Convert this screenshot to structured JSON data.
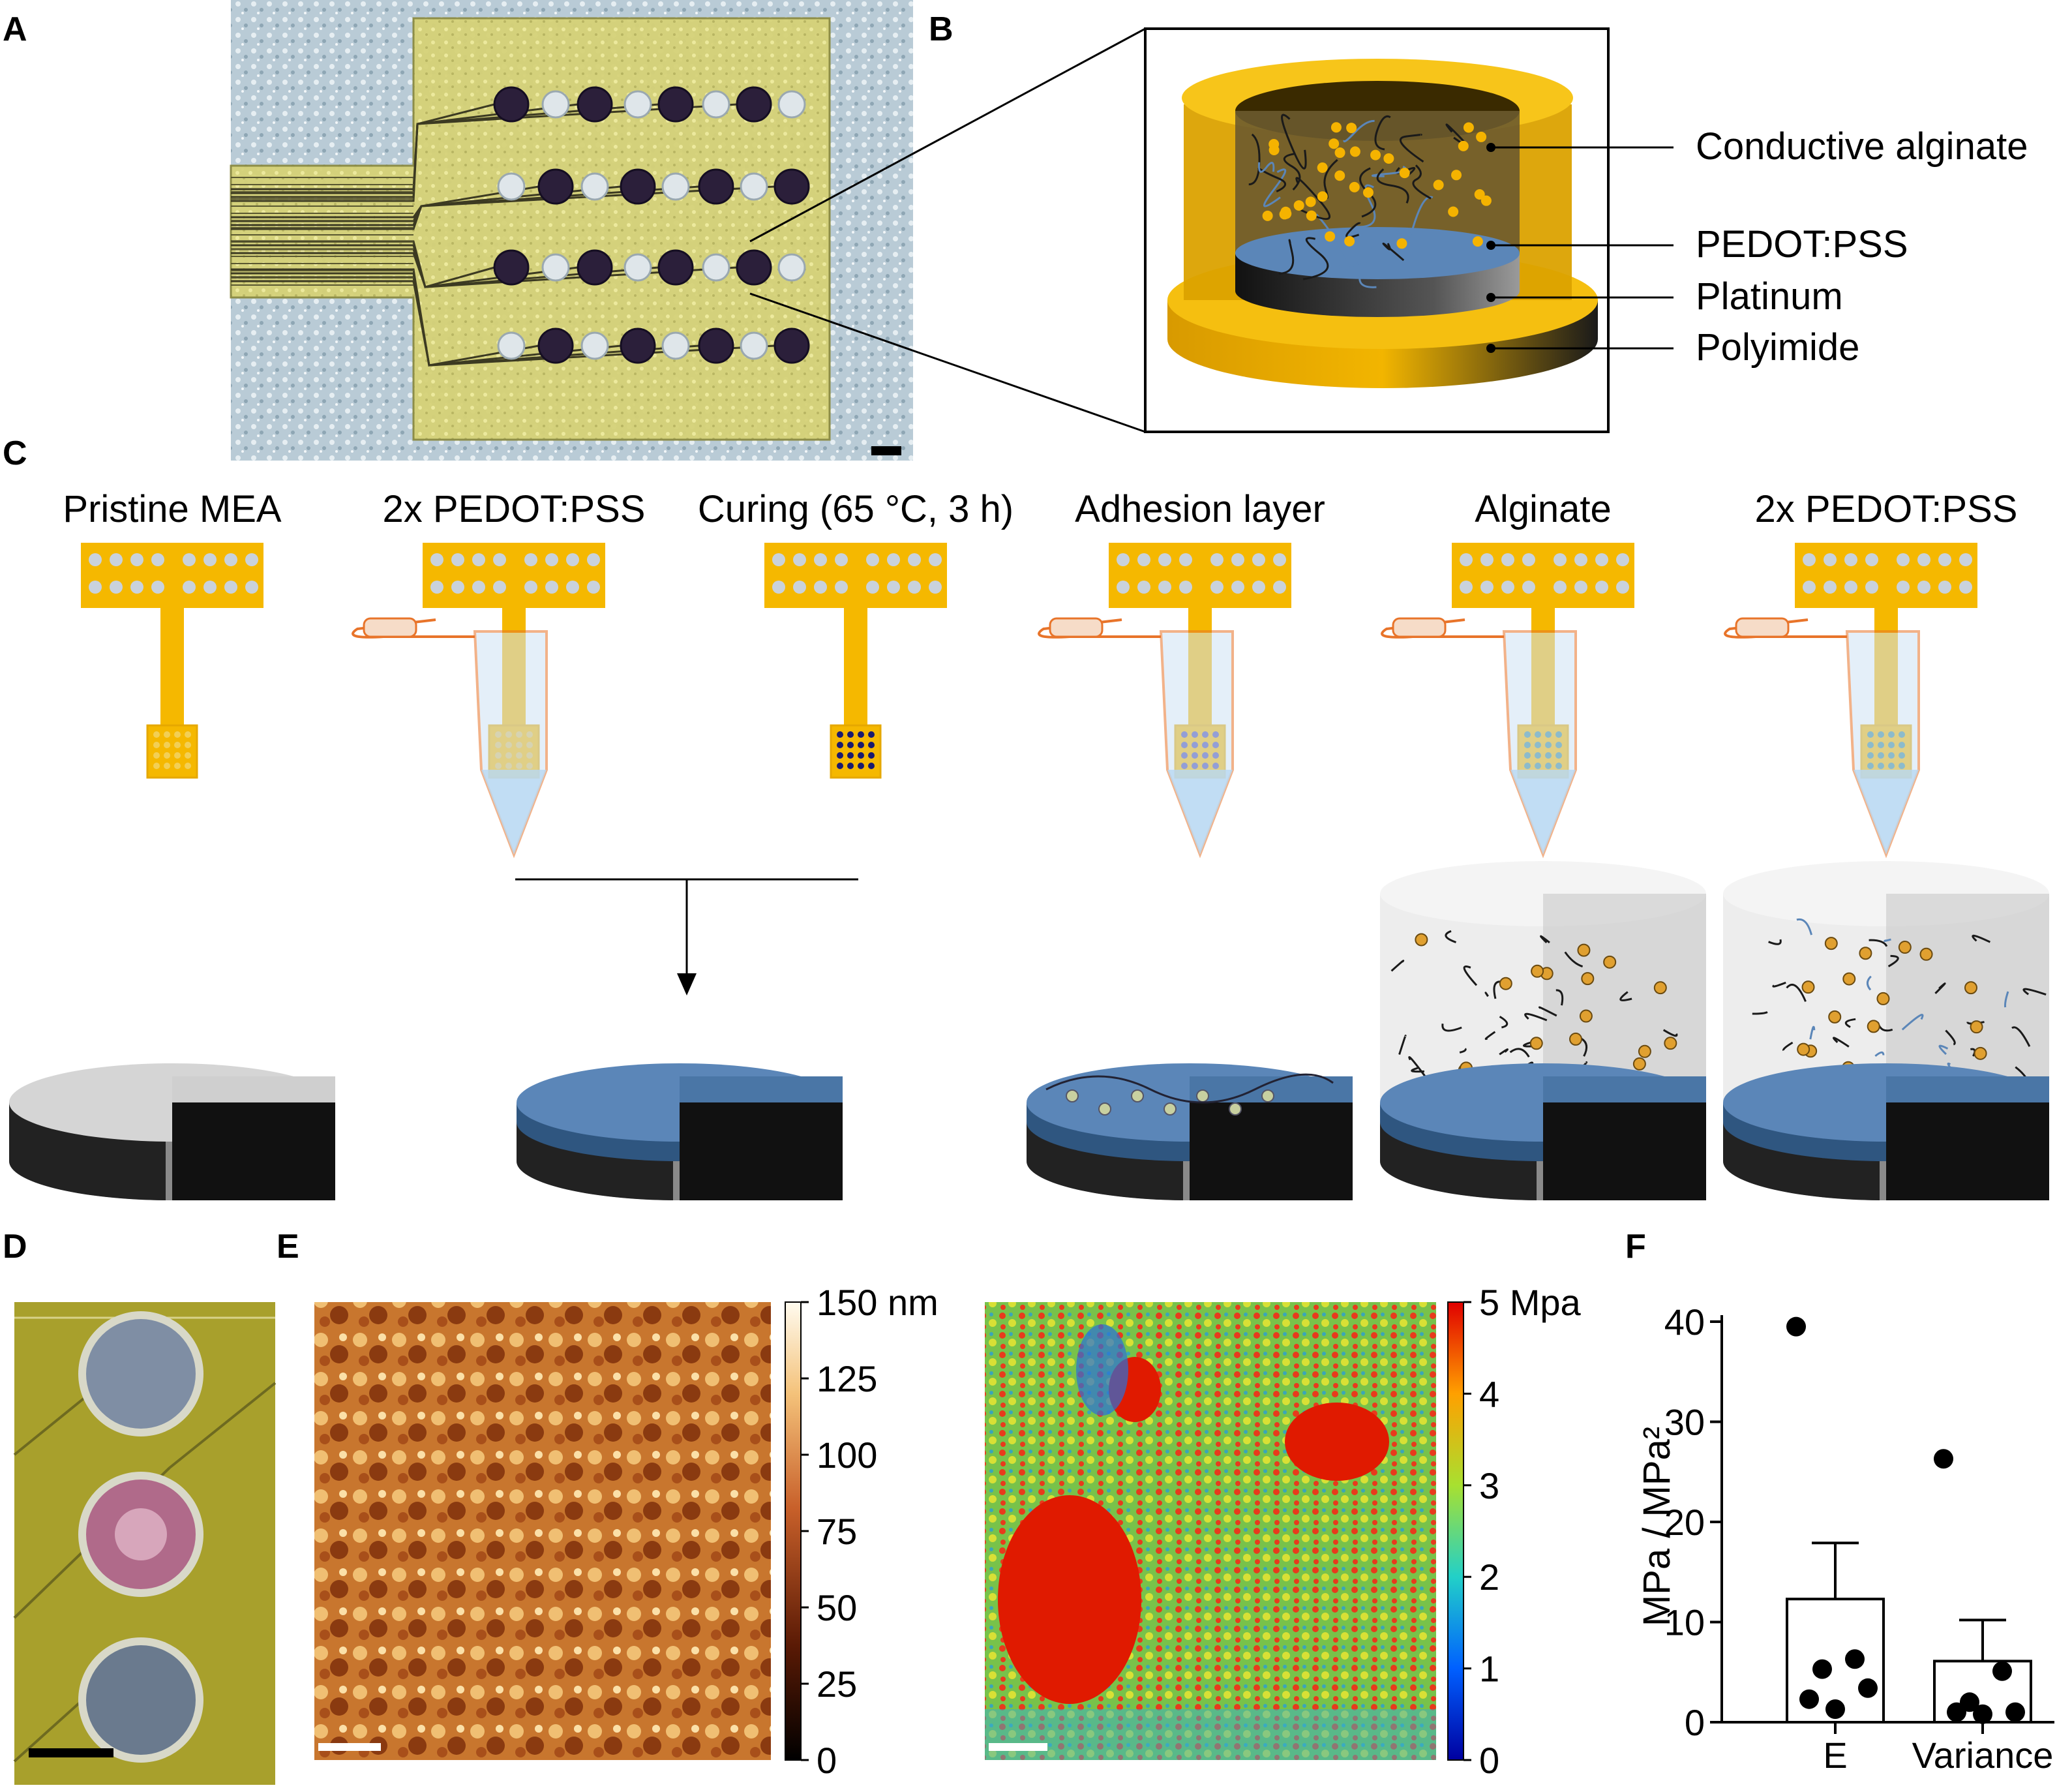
{
  "panel_labels": [
    "A",
    "B",
    "C",
    "D",
    "E",
    "F"
  ],
  "panel_b": {
    "callouts": [
      "Conductive alginate",
      "PEDOT:PSS",
      "Platinum",
      "Polyimide"
    ]
  },
  "panel_c": {
    "steps": [
      "Pristine MEA",
      "2x PEDOT:PSS",
      "Curing (65 °C, 3 h)",
      "Adhesion layer",
      "Alginate",
      "2x PEDOT:PSS"
    ]
  },
  "panel_e": {
    "topography_colorbar": {
      "unit": "nm",
      "ticks": [
        "150 nm",
        "125",
        "100",
        "75",
        "50",
        "25",
        "0"
      ]
    },
    "modulus_colorbar": {
      "unit": "Mpa",
      "ticks": [
        "5 Mpa",
        "4",
        "3",
        "2",
        "1",
        "0"
      ]
    }
  },
  "colors": {
    "gold": "#f5b800",
    "polyimide": "#e6a800",
    "pedot": "#5b86b8",
    "platinum_dark": "#1a1a1a",
    "eppendorf": "#e8742a",
    "liquid": "#cfe3f5"
  },
  "chart_data": {
    "type": "bar",
    "ylabel": "MPa / MPa²",
    "ylim": [
      0,
      40
    ],
    "yticks": [
      0,
      10,
      20,
      30,
      40
    ],
    "categories": [
      "E",
      "Variance"
    ],
    "means": [
      12.3,
      6.1
    ],
    "errors": [
      5.6,
      4.1
    ],
    "points": [
      [
        39.5,
        6.3,
        5.3,
        3.4,
        2.3,
        1.3
      ],
      [
        26.3,
        5.1,
        2.0,
        1.0,
        1.0,
        0.8
      ]
    ]
  }
}
